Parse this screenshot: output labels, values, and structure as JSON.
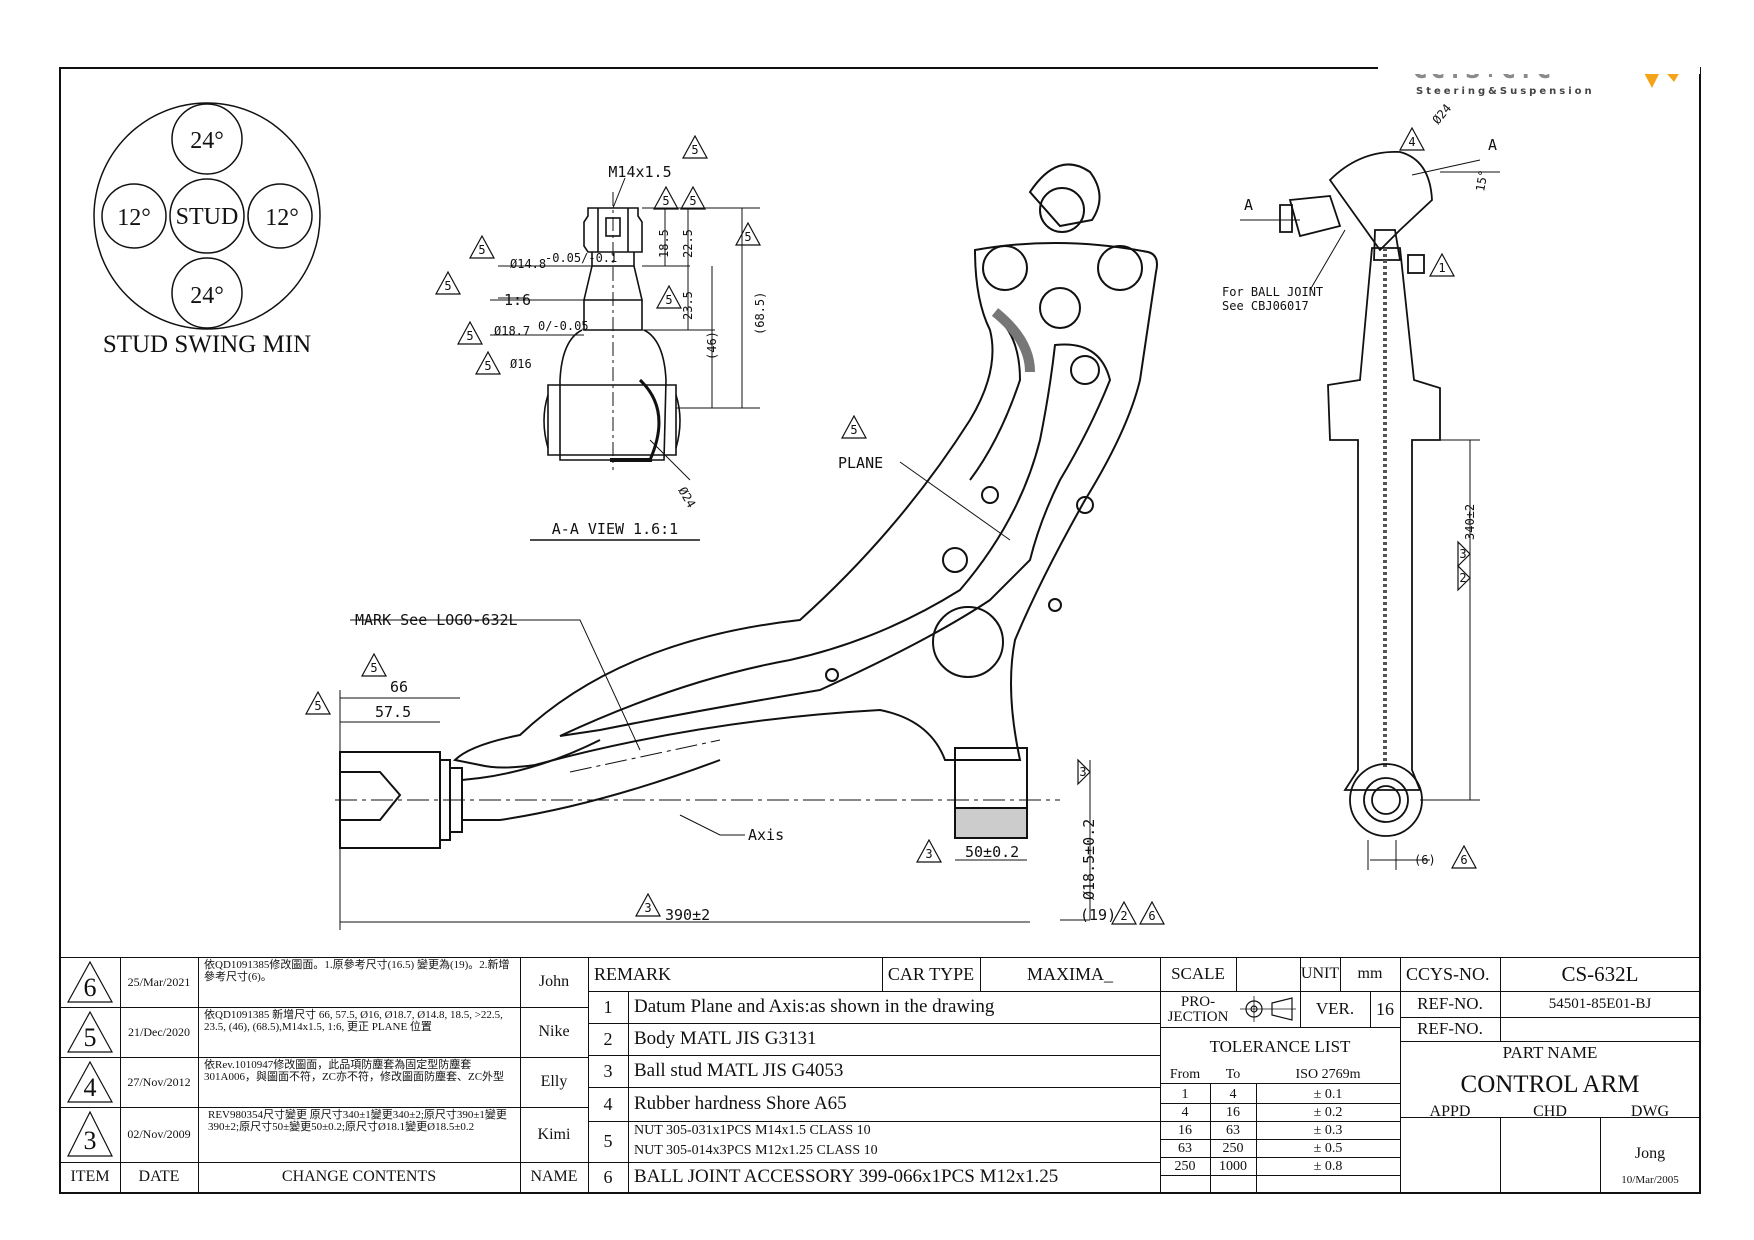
{
  "logo": {
    "brand": "CCYS+CTC",
    "tagline": "Steering&Suspension",
    "accent_color": "#f5a31a",
    "brand_color": "#8a8a8a"
  },
  "swing": {
    "top": "24°",
    "bottom": "24°",
    "left": "12°",
    "right": "12°",
    "center": "STUD",
    "caption": "STUD SWING MIN"
  },
  "aa_view": {
    "thread": "M14x1.5",
    "d148": "Ø14.8",
    "d148_tol": "-0.05/-0.1",
    "taper": "1:6",
    "d187": "Ø18.7",
    "d187_tol": "0/-0.05",
    "d16": "Ø16",
    "d24": "Ø24",
    "dim_185": "18.5",
    "dim_225": "22.5",
    "dim_235": "23.5",
    "dim_46": "(46)",
    "dim_685": "(68.5)",
    "title": "A-A VIEW 1.6:1"
  },
  "main_view": {
    "plane": "PLANE",
    "mark": "MARK See LOGO-632L",
    "axis": "Axis",
    "dim_66": "66",
    "dim_575": "57.5",
    "dim_390": "390±2",
    "dim_50": "50±0.2",
    "dim_185": "Ø18.5±0.2",
    "dim_19": "(19)"
  },
  "side_view": {
    "d24": "Ø24",
    "a_label": "A",
    "angle": "15°",
    "ball_joint_note_1": "For BALL JOINT",
    "ball_joint_note_2": "See CBJ06017",
    "dim_340": "340±2",
    "dim_6": "(6)"
  },
  "revision_marks": [
    "1",
    "2",
    "3",
    "4",
    "5",
    "6"
  ],
  "revisions": [
    {
      "item": "6",
      "date": "25/Mar/2021",
      "contents": "依QD1091385修改圖面。1.原參考尺寸(16.5) 變更為(19)。2.新增參考尺寸(6)。",
      "name": "John"
    },
    {
      "item": "5",
      "date": "21/Dec/2020",
      "contents": "依QD1091385 新增尺寸 66, 57.5, Ø16, Ø18.7, Ø14.8, 18.5, >22.5, 23.5, (46), (68.5),M14x1.5, 1:6, 更正 PLANE 位置",
      "name": "Nike"
    },
    {
      "item": "4",
      "date": "27/Nov/2012",
      "contents": "依Rev.1010947修改圖面，此品項防塵套為固定型防塵套301A006，與圖面不符，ZC亦不符，修改圖面防塵套、ZC外型",
      "name": "Elly"
    },
    {
      "item": "3",
      "date": "02/Nov/2009",
      "contents": "REV980354尺寸變更 原尺寸340±1變更340±2;原尺寸390±1變更390±2;原尺寸50±變更50±0.2;原尺寸Ø18.1變更Ø18.5±0.2",
      "name": "Kimi"
    }
  ],
  "rev_headers": {
    "item": "ITEM",
    "date": "DATE",
    "contents": "CHANGE CONTENTS",
    "name": "NAME"
  },
  "remarks": {
    "header": "REMARK",
    "car_type_label": "CAR TYPE",
    "car_type": "MAXIMA_",
    "rows": [
      {
        "n": "1",
        "text": "Datum Plane and Axis:as shown in the drawing"
      },
      {
        "n": "2",
        "text": "Body MATL JIS G3131"
      },
      {
        "n": "3",
        "text": "Ball stud MATL JIS G4053"
      },
      {
        "n": "4",
        "text": "Rubber hardness Shore A65"
      },
      {
        "n": "5",
        "text": "NUT 305-031x1PCS M14x1.5 CLASS 10",
        "text2": "NUT 305-014x3PCS M12x1.25 CLASS 10"
      },
      {
        "n": "6",
        "text": "BALL JOINT ACCESSORY 399-066x1PCS M12x1.25"
      }
    ]
  },
  "info": {
    "scale_label": "SCALE",
    "unit_label": "UNIT",
    "unit": "mm",
    "projection_label": "PRO-JECTION",
    "ver_label": "VER.",
    "ver": "16",
    "tolerance_title": "TOLERANCE LIST",
    "tol_headers": [
      "From",
      "To",
      "ISO 2769m"
    ],
    "tolerances": [
      [
        "1",
        "4",
        "± 0.1"
      ],
      [
        "4",
        "16",
        "± 0.2"
      ],
      [
        "16",
        "63",
        "± 0.3"
      ],
      [
        "63",
        "250",
        "± 0.5"
      ],
      [
        "250",
        "1000",
        "± 0.8"
      ]
    ],
    "ccys_no_label": "CCYS-NO.",
    "ccys_no": "CS-632L",
    "ref_no_label": "REF-NO.",
    "ref_no": "54501-85E01-BJ",
    "ref_no2_label": "REF-NO.",
    "part_name_label": "PART NAME",
    "part_name": "CONTROL ARM",
    "appd": "APPD",
    "chd": "CHD",
    "dwg": "DWG",
    "drawer": "Jong",
    "draw_date": "10/Mar/2005"
  }
}
